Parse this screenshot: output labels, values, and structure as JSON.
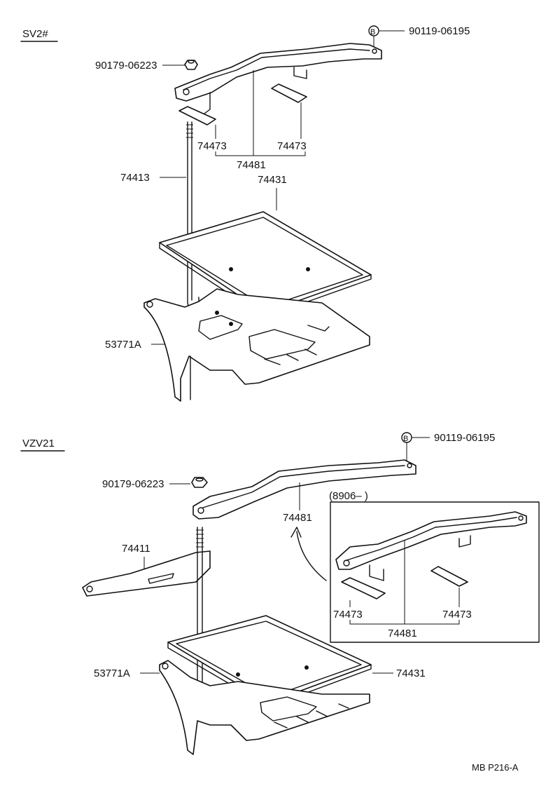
{
  "sections": {
    "top": {
      "label": "SV2#"
    },
    "bottom": {
      "label": "VZV21",
      "inset_label": "(8906–        )"
    }
  },
  "parts": {
    "top": {
      "bolt": "90119-06195",
      "bolt_marker": "B",
      "nut": "90179-06223",
      "pad_left": "74473",
      "pad_right": "74473",
      "clamp": "74481",
      "rod": "74413",
      "tray": "74431",
      "carrier": "53771A"
    },
    "bottom": {
      "bolt": "90119-06195",
      "bolt_marker": "B",
      "nut": "90179-06223",
      "clamp": "74481",
      "brace": "74411",
      "carrier": "53771A",
      "tray": "74431",
      "inset_pad_left": "74473",
      "inset_pad_right": "74473",
      "inset_clamp": "74481"
    }
  },
  "footer": {
    "code": "MB  P216-A"
  }
}
